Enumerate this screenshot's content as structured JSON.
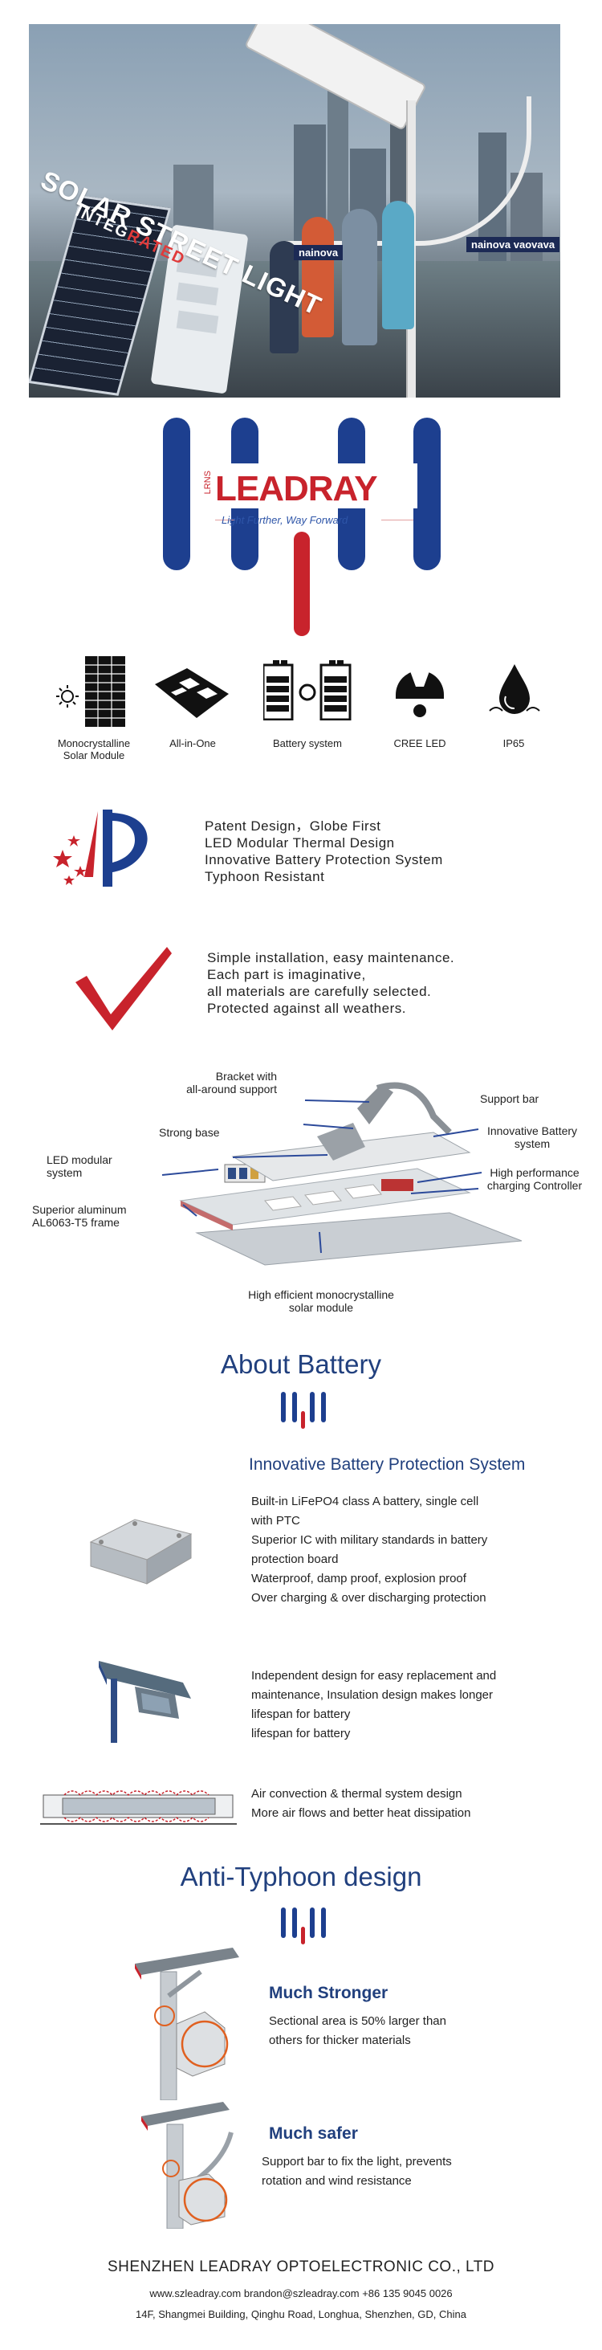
{
  "hero": {
    "title_line1": "SOLAR STREET LIGHT",
    "title_line2_prefix": "INTEG",
    "title_line2_highlight": "RATED",
    "banner1": "nainova",
    "banner2": "nainova vaovava"
  },
  "logo": {
    "brand": "LEADRAY",
    "small_text": "LRNS",
    "slogan": "Light Further, Way Forward"
  },
  "features": [
    {
      "icon": "solar-panel-icon",
      "label": "Monocrystalline\nSolar Module"
    },
    {
      "icon": "all-in-one-icon",
      "label": "All-in-One"
    },
    {
      "icon": "battery-system-icon",
      "label": "Battery system"
    },
    {
      "icon": "cree-led-icon",
      "label": "CREE LED"
    },
    {
      "icon": "ip65-drop-icon",
      "label": "IP65"
    }
  ],
  "patent": {
    "lines": [
      "Patent Design，Globe First",
      "LED Modular Thermal Design",
      "Innovative Battery Protection System",
      "Typhoon Resistant"
    ]
  },
  "install": {
    "lines": [
      "Simple installation, easy maintenance.",
      "Each part is imaginative,",
      "all materials are carefully selected.",
      "Protected against all weathers."
    ]
  },
  "diagram": {
    "bracket": "Bracket with\nall-around support",
    "support_bar": "Support bar",
    "strong_base": "Strong base",
    "battery": "Innovative Battery\nsystem",
    "led": "LED modular\nsystem",
    "controller": "High performance\ncharging Controller",
    "frame": "Superior aluminum\nAL6063-T5 frame",
    "solar": "High efficient monocrystalline\nsolar module"
  },
  "about_battery": {
    "heading": "About Battery",
    "sub_title": "Innovative Battery Protection System",
    "block1": [
      "Built-in LiFePO4 class A battery, single cell",
      "with PTC",
      "Superior IC with military standards in battery",
      "protection board",
      "Waterproof, damp proof, explosion proof",
      "Over charging & over discharging protection"
    ],
    "block2": [
      "Independent design for easy replacement and",
      "maintenance, Insulation design makes longer",
      "lifespan for battery",
      "lifespan for battery"
    ],
    "block3": [
      "Air convection & thermal system design",
      "More air flows and better heat dissipation"
    ]
  },
  "typhoon": {
    "heading": "Anti-Typhoon design",
    "stronger_title": "Much Stronger",
    "stronger_text": [
      "Sectional area is 50% larger than",
      "others for thicker materials"
    ],
    "safer_title": "Much safer",
    "safer_text": [
      "Support bar to fix the light, prevents",
      "rotation and wind resistance"
    ]
  },
  "footer": {
    "company": "SHENZHEN LEADRAY OPTOELECTRONIC CO., LTD",
    "contact": "www.szleadray.com  brandon@szleadray.com  +86 135 9045  0026",
    "address": "14F, Shangmei Building, Qinghu Road, Longhua, Shenzhen, GD, China"
  },
  "colors": {
    "brand_blue": "#1d3f8f",
    "brand_red": "#c8232c",
    "heading_blue": "#21407e"
  }
}
